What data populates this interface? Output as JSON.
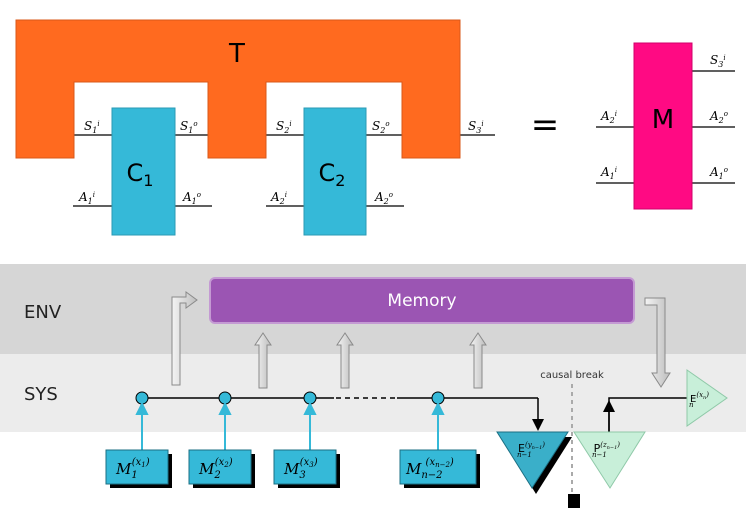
{
  "colors": {
    "tester": "#ff6a1f",
    "comb": "#35b9d8",
    "map": "#ff0a83",
    "memory": "#9b55b3",
    "env_band": "#d6d6d6",
    "sys_band": "#ececec",
    "e_triangle": "#3aafc9",
    "p_triangle": "#c8efd9"
  },
  "top": {
    "tester": {
      "label": "T"
    },
    "comb1": {
      "label": "C",
      "sub": "1"
    },
    "comb2": {
      "label": "C",
      "sub": "2"
    },
    "equals": "=",
    "map": {
      "label": "M"
    },
    "wires": {
      "s1i": {
        "base": "S",
        "sub": "1",
        "sup": "i"
      },
      "s1o": {
        "base": "S",
        "sub": "1",
        "sup": "o"
      },
      "s2i": {
        "base": "S",
        "sub": "2",
        "sup": "i"
      },
      "s2o": {
        "base": "S",
        "sub": "2",
        "sup": "o"
      },
      "s3i": {
        "base": "S",
        "sub": "3",
        "sup": "i"
      },
      "a1i": {
        "base": "A",
        "sub": "1",
        "sup": "i"
      },
      "a1o": {
        "base": "A",
        "sub": "1",
        "sup": "o"
      },
      "a2i": {
        "base": "A",
        "sub": "2",
        "sup": "i"
      },
      "a2o": {
        "base": "A",
        "sub": "2",
        "sup": "o"
      },
      "m_s3i": {
        "base": "S",
        "sub": "3",
        "sup": "i"
      },
      "m_a2i": {
        "base": "A",
        "sub": "2",
        "sup": "i"
      },
      "m_a2o": {
        "base": "A",
        "sub": "2",
        "sup": "o"
      },
      "m_a1i": {
        "base": "A",
        "sub": "1",
        "sup": "i"
      },
      "m_a1o": {
        "base": "A",
        "sub": "1",
        "sup": "o"
      }
    }
  },
  "bottom": {
    "env_label": "ENV",
    "sys_label": "SYS",
    "memory_label": "Memory",
    "causal_break": "causal break",
    "instruments": [
      {
        "base": "M",
        "sub": "1",
        "sup": "(x",
        "supsub": "1",
        "close": ")"
      },
      {
        "base": "M",
        "sub": "2",
        "sup": "(x",
        "supsub": "2",
        "close": ")"
      },
      {
        "base": "M",
        "sub": "3",
        "sup": "(x",
        "supsub": "3",
        "close": ")"
      },
      {
        "base": "M",
        "sub": "n−2",
        "sup": "(x",
        "supsub": "n−2",
        "close": ")"
      }
    ],
    "e_n1": {
      "base": "E",
      "sub": "n−1",
      "sup": "(y",
      "supsub": "n−1",
      "close": ")"
    },
    "p_n1": {
      "base": "P",
      "sub": "n−1",
      "sup": "(z",
      "supsub": "n−1",
      "close": ")"
    },
    "e_n": {
      "base": "E",
      "sub": "n",
      "sup": "(x",
      "supsub": "n",
      "close": ")"
    }
  }
}
